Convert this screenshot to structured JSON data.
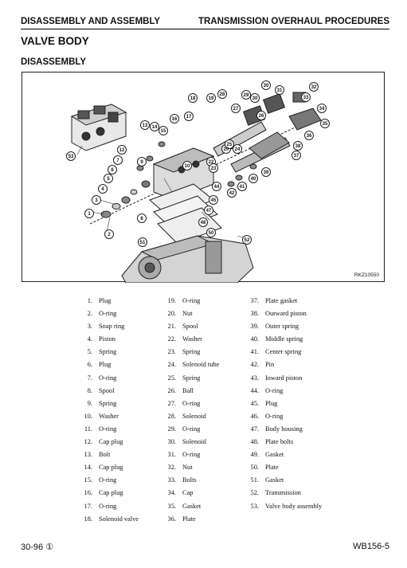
{
  "header": {
    "left": "DISASSEMBLY AND ASSEMBLY",
    "right": "TRANSMISSION OVERHAUL PROCEDURES"
  },
  "title": "VALVE BODY",
  "subtitle": "DISASSEMBLY",
  "figure": {
    "code": "RKZ10550"
  },
  "parts": {
    "col1": [
      {
        "num": "1.",
        "name": "Plug"
      },
      {
        "num": "2.",
        "name": "O-ring"
      },
      {
        "num": "3.",
        "name": "Snap ring"
      },
      {
        "num": "4.",
        "name": "Piston"
      },
      {
        "num": "5.",
        "name": "Spring"
      },
      {
        "num": "6.",
        "name": "Plug"
      },
      {
        "num": "7.",
        "name": "O-ring"
      },
      {
        "num": "8.",
        "name": "Spool"
      },
      {
        "num": "9.",
        "name": "Spring"
      },
      {
        "num": "10.",
        "name": "Washer"
      },
      {
        "num": "11.",
        "name": "O-ring"
      },
      {
        "num": "12.",
        "name": "Cap plug"
      },
      {
        "num": "13.",
        "name": "Bolt"
      },
      {
        "num": "14.",
        "name": "Cap plug"
      },
      {
        "num": "15.",
        "name": "O-ring"
      },
      {
        "num": "16.",
        "name": "Cap plug"
      },
      {
        "num": "17.",
        "name": "O-ring"
      },
      {
        "num": "18.",
        "name": "Solenoid valve"
      }
    ],
    "col2": [
      {
        "num": "19.",
        "name": "O-ring"
      },
      {
        "num": "20.",
        "name": "Nut"
      },
      {
        "num": "21.",
        "name": "Spool"
      },
      {
        "num": "22.",
        "name": "Washer"
      },
      {
        "num": "23.",
        "name": "Spring"
      },
      {
        "num": "24.",
        "name": "Solenoid tube"
      },
      {
        "num": "25.",
        "name": "Spring"
      },
      {
        "num": "26.",
        "name": "Ball"
      },
      {
        "num": "27.",
        "name": "O-ring"
      },
      {
        "num": "28.",
        "name": "Solenoid"
      },
      {
        "num": "29.",
        "name": "O-ring"
      },
      {
        "num": "30.",
        "name": "Solenoid"
      },
      {
        "num": "31.",
        "name": "O-ring"
      },
      {
        "num": "32.",
        "name": "Nut"
      },
      {
        "num": "33.",
        "name": "Bolts"
      },
      {
        "num": "34.",
        "name": "Cap"
      },
      {
        "num": "35.",
        "name": "Gasket"
      },
      {
        "num": "36.",
        "name": "Plate"
      }
    ],
    "col3": [
      {
        "num": "37.",
        "name": "Plate gasket"
      },
      {
        "num": "38.",
        "name": "Outward piston"
      },
      {
        "num": "39.",
        "name": "Outer spring"
      },
      {
        "num": "40.",
        "name": "Middle spring"
      },
      {
        "num": "41.",
        "name": "Center spring"
      },
      {
        "num": "42.",
        "name": "Pin"
      },
      {
        "num": "43.",
        "name": "Inward piston"
      },
      {
        "num": "44.",
        "name": "O-ring"
      },
      {
        "num": "45.",
        "name": "Plug"
      },
      {
        "num": "46.",
        "name": "O-ring"
      },
      {
        "num": "47.",
        "name": "Body housing"
      },
      {
        "num": "48.",
        "name": "Plate bolts"
      },
      {
        "num": "49.",
        "name": "Gasket"
      },
      {
        "num": "50.",
        "name": "Plate"
      },
      {
        "num": "51.",
        "name": "Gasket"
      },
      {
        "num": "52.",
        "name": "Transmission"
      },
      {
        "num": "53.",
        "name": "Valve body assembly"
      }
    ]
  },
  "footer": {
    "page": "30-96 ①",
    "model": "WB156-5"
  }
}
